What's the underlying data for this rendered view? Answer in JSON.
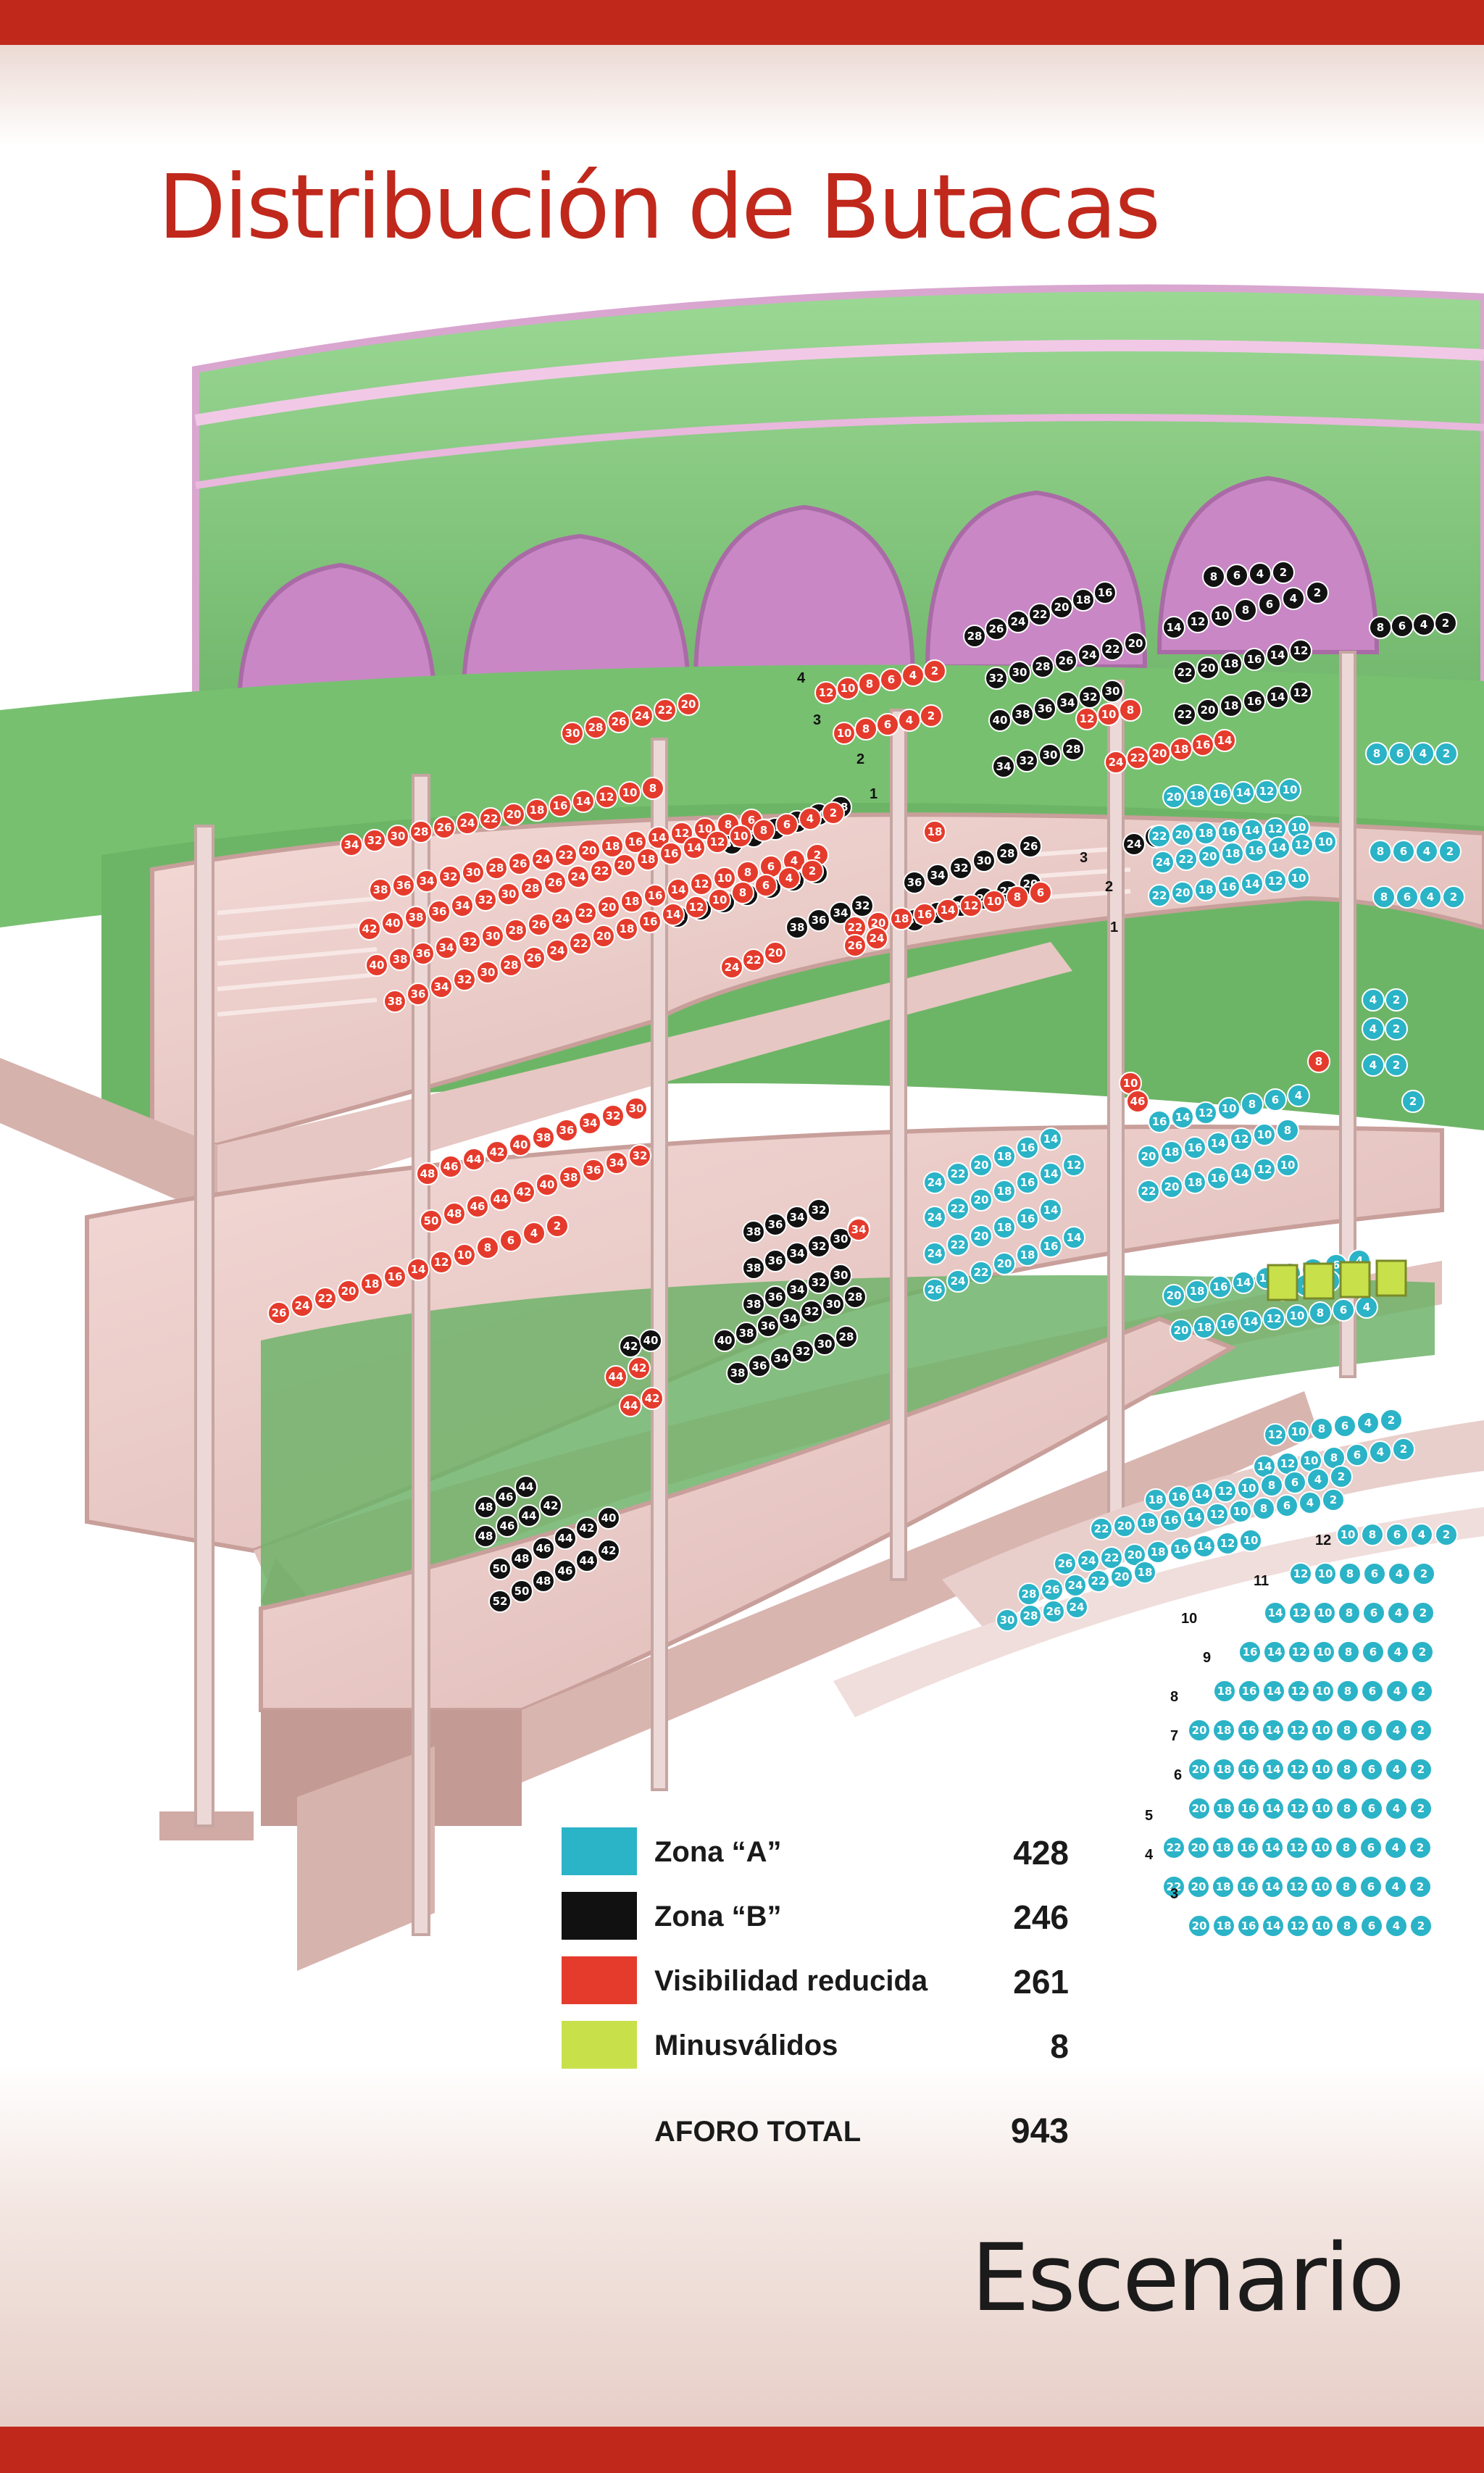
{
  "title": "Distribución de Butacas",
  "stage_label": "Escenario",
  "colors": {
    "brand_red": "#c0281c",
    "zona_a": "#2bb3c7",
    "zona_b": "#111111",
    "visibilidad_reducida": "#e53b2c",
    "minusvalidos": "#c8e04a",
    "balcony_green": "#7fc77a"
  },
  "legend": [
    {
      "label": "Zona “A”",
      "value": "428",
      "color": "#2bb3c7"
    },
    {
      "label": "Zona “B”",
      "value": "246",
      "color": "#111111"
    },
    {
      "label": "Visibilidad reducida",
      "value": "261",
      "color": "#e53b2c"
    },
    {
      "label": "Minusválidos",
      "value": "8",
      "color": "#c8e04a"
    }
  ],
  "total": {
    "label": "AFORO TOTAL",
    "value": "943"
  },
  "seat_groups": [
    {
      "zone": "B",
      "labels": [
        "8",
        "6",
        "4",
        "2"
      ]
    },
    {
      "zone": "B",
      "labels": [
        "28",
        "26",
        "24",
        "22",
        "20",
        "18",
        "16"
      ]
    },
    {
      "zone": "B",
      "labels": [
        "14",
        "12",
        "10",
        "8",
        "6",
        "4",
        "2"
      ]
    },
    {
      "zone": "B",
      "labels": [
        "32",
        "30",
        "28",
        "26",
        "24",
        "22",
        "20"
      ]
    },
    {
      "zone": "B",
      "labels": [
        "22",
        "20",
        "18",
        "16",
        "14",
        "12"
      ]
    },
    {
      "zone": "B",
      "labels": [
        "40",
        "38",
        "36",
        "34",
        "32",
        "30"
      ]
    },
    {
      "zone": "B",
      "labels": [
        "22",
        "20",
        "18",
        "16",
        "14",
        "12"
      ]
    },
    {
      "zone": "B",
      "labels": [
        "8",
        "6",
        "4",
        "2"
      ]
    },
    {
      "zone": "B",
      "labels": [
        "34",
        "32",
        "30",
        "28"
      ]
    },
    {
      "zone": "B",
      "labels": [
        "24",
        "22"
      ]
    },
    {
      "zone": "B",
      "labels": [
        "38",
        "36",
        "34",
        "32",
        "30",
        "28"
      ]
    },
    {
      "zone": "B",
      "labels": [
        "36",
        "34",
        "32",
        "30",
        "28",
        "26"
      ]
    },
    {
      "zone": "B",
      "labels": [
        "52",
        "50",
        "48",
        "46",
        "44",
        "42",
        "40"
      ]
    },
    {
      "zone": "B",
      "labels": [
        "30",
        "28",
        "26",
        "24",
        "22",
        "20"
      ]
    },
    {
      "zone": "B",
      "labels": [
        "38",
        "36",
        "34",
        "32"
      ]
    },
    {
      "zone": "B",
      "labels": [
        "38",
        "36",
        "34",
        "32"
      ]
    },
    {
      "zone": "B",
      "labels": [
        "38",
        "36",
        "34",
        "32",
        "30"
      ]
    },
    {
      "zone": "B",
      "labels": [
        "38",
        "36",
        "34",
        "32",
        "30"
      ]
    },
    {
      "zone": "B",
      "labels": [
        "40",
        "38",
        "36",
        "34",
        "32",
        "30",
        "28"
      ]
    },
    {
      "zone": "B",
      "labels": [
        "38",
        "36",
        "34",
        "32",
        "30",
        "28"
      ]
    },
    {
      "zone": "B",
      "labels": [
        "42",
        "40"
      ]
    },
    {
      "zone": "B",
      "labels": [
        "48",
        "46",
        "44"
      ]
    },
    {
      "zone": "B",
      "labels": [
        "48",
        "46",
        "44",
        "42"
      ]
    },
    {
      "zone": "B",
      "labels": [
        "50",
        "48",
        "46",
        "44",
        "42",
        "40"
      ]
    },
    {
      "zone": "B",
      "labels": [
        "52",
        "50",
        "48",
        "46",
        "44",
        "42"
      ]
    },
    {
      "zone": "A",
      "labels": [
        "20",
        "18",
        "16",
        "14",
        "12",
        "10"
      ]
    },
    {
      "zone": "A",
      "labels": [
        "22",
        "20",
        "18",
        "16",
        "14",
        "12",
        "10"
      ]
    },
    {
      "zone": "A",
      "labels": [
        "24",
        "22",
        "20",
        "18",
        "16",
        "14",
        "12",
        "10"
      ]
    },
    {
      "zone": "A",
      "labels": [
        "22",
        "20",
        "18",
        "16",
        "14",
        "12",
        "10"
      ]
    },
    {
      "zone": "A",
      "labels": [
        "8",
        "6",
        "4",
        "2"
      ]
    },
    {
      "zone": "A",
      "labels": [
        "8",
        "6",
        "4",
        "2"
      ]
    },
    {
      "zone": "A",
      "labels": [
        "8",
        "6",
        "4",
        "2"
      ]
    },
    {
      "zone": "A",
      "labels": [
        "16",
        "14",
        "12",
        "10",
        "8",
        "6",
        "4"
      ]
    },
    {
      "zone": "A",
      "labels": [
        "20",
        "18",
        "16",
        "14",
        "12",
        "10",
        "8"
      ]
    },
    {
      "zone": "A",
      "labels": [
        "22",
        "20",
        "18",
        "16",
        "14",
        "12",
        "10"
      ]
    },
    {
      "zone": "A",
      "labels": [
        "20",
        "18",
        "16",
        "14",
        "12",
        "10",
        "8",
        "6",
        "4"
      ]
    },
    {
      "zone": "A",
      "labels": [
        "20",
        "18",
        "16",
        "14",
        "12",
        "10",
        "8",
        "6",
        "4"
      ]
    },
    {
      "zone": "A",
      "labels": [
        "24",
        "22",
        "20",
        "18",
        "16",
        "14"
      ]
    },
    {
      "zone": "A",
      "labels": [
        "24",
        "22",
        "20",
        "18",
        "16",
        "14",
        "12"
      ]
    },
    {
      "zone": "A",
      "labels": [
        "24",
        "22",
        "20",
        "18",
        "16",
        "14"
      ]
    },
    {
      "zone": "A",
      "labels": [
        "26",
        "24",
        "22",
        "20",
        "18",
        "16",
        "14"
      ]
    },
    {
      "zone": "A",
      "labels": [
        "12",
        "10",
        "8",
        "6",
        "4",
        "2"
      ]
    },
    {
      "zone": "A",
      "labels": [
        "14",
        "12",
        "10",
        "8",
        "6",
        "4",
        "2"
      ]
    },
    {
      "zone": "A",
      "labels": [
        "18",
        "16",
        "14",
        "12",
        "10",
        "8",
        "6",
        "4",
        "2"
      ]
    },
    {
      "zone": "A",
      "labels": [
        "22",
        "20",
        "18",
        "16",
        "14",
        "12",
        "10",
        "8",
        "6",
        "4",
        "2"
      ]
    },
    {
      "zone": "A",
      "labels": [
        "26",
        "24",
        "22",
        "20",
        "18",
        "16",
        "14",
        "12",
        "10"
      ]
    },
    {
      "zone": "A",
      "labels": [
        "28",
        "26",
        "24",
        "22",
        "20",
        "18"
      ]
    },
    {
      "zone": "A",
      "labels": [
        "30",
        "28",
        "26",
        "24"
      ]
    },
    {
      "zone": "A",
      "labels": [
        "2",
        "4",
        "6",
        "8"
      ]
    },
    {
      "zone": "A",
      "labels": [
        "4",
        "2"
      ]
    },
    {
      "zone": "A",
      "labels": [
        "4",
        "2"
      ]
    },
    {
      "zone": "A",
      "labels": [
        "4",
        "2"
      ]
    },
    {
      "zone": "A",
      "labels": [
        "2"
      ]
    },
    {
      "zone": "A",
      "labels": [
        "10",
        "8",
        "6",
        "4",
        "2"
      ]
    },
    {
      "zone": "A",
      "labels": [
        "12",
        "10",
        "8",
        "6",
        "4",
        "2"
      ]
    },
    {
      "zone": "A",
      "labels": [
        "14",
        "12",
        "10",
        "8",
        "6",
        "4",
        "2"
      ]
    },
    {
      "zone": "A",
      "labels": [
        "16",
        "14",
        "12",
        "10",
        "8",
        "6",
        "4",
        "2"
      ]
    },
    {
      "zone": "A",
      "labels": [
        "18",
        "16",
        "14",
        "12",
        "10",
        "8",
        "6",
        "4",
        "2"
      ]
    },
    {
      "zone": "A",
      "labels": [
        "20",
        "18",
        "16",
        "14",
        "12",
        "10",
        "8",
        "6",
        "4",
        "2"
      ]
    },
    {
      "zone": "A",
      "labels": [
        "20",
        "18",
        "16",
        "14",
        "12",
        "10",
        "8",
        "6",
        "4",
        "2"
      ]
    },
    {
      "zone": "A",
      "labels": [
        "20",
        "18",
        "16",
        "14",
        "12",
        "10",
        "8",
        "6",
        "4",
        "2"
      ]
    },
    {
      "zone": "A",
      "labels": [
        "22",
        "20",
        "18",
        "16",
        "14",
        "12",
        "10",
        "8",
        "6",
        "4",
        "2"
      ]
    },
    {
      "zone": "A",
      "labels": [
        "22",
        "20",
        "18",
        "16",
        "14",
        "12",
        "10",
        "8",
        "6",
        "4",
        "2"
      ]
    },
    {
      "zone": "A",
      "labels": [
        "20",
        "18",
        "16",
        "14",
        "12",
        "10",
        "8",
        "6",
        "4",
        "2"
      ]
    },
    {
      "zone": "M",
      "labels": [
        "",
        "",
        "",
        ""
      ]
    },
    {
      "zone": "R",
      "labels": [
        "30",
        "28",
        "26",
        "24",
        "22",
        "20"
      ]
    },
    {
      "zone": "R",
      "labels": [
        "12",
        "10",
        "8",
        "6",
        "4",
        "2"
      ]
    },
    {
      "zone": "R",
      "labels": [
        "10",
        "8",
        "6",
        "4",
        "2"
      ]
    },
    {
      "zone": "R",
      "labels": [
        "12",
        "10",
        "8"
      ]
    },
    {
      "zone": "R",
      "labels": [
        "34",
        "32",
        "30",
        "28",
        "26",
        "24",
        "22",
        "20",
        "18",
        "16",
        "14",
        "12",
        "10",
        "8"
      ]
    },
    {
      "zone": "R",
      "labels": [
        "24",
        "22",
        "20",
        "18",
        "16",
        "14"
      ]
    },
    {
      "zone": "R",
      "labels": [
        "38",
        "36",
        "34",
        "32",
        "30",
        "28",
        "26",
        "24",
        "22",
        "20",
        "18",
        "16",
        "14",
        "12",
        "10",
        "8",
        "6"
      ]
    },
    {
      "zone": "R",
      "labels": [
        "42",
        "40",
        "38",
        "36",
        "34",
        "32",
        "30",
        "28",
        "26",
        "24",
        "22",
        "20",
        "18",
        "16",
        "14",
        "12",
        "10",
        "8",
        "6",
        "4",
        "2"
      ]
    },
    {
      "zone": "R",
      "labels": [
        "40",
        "38",
        "36",
        "34",
        "32",
        "30",
        "28",
        "26",
        "24",
        "22",
        "20",
        "18",
        "16",
        "14",
        "12",
        "10",
        "8",
        "6",
        "4",
        "2"
      ]
    },
    {
      "zone": "R",
      "labels": [
        "38",
        "36",
        "34",
        "32",
        "30",
        "28",
        "26",
        "24",
        "22",
        "20",
        "18",
        "16",
        "14",
        "12",
        "10",
        "8",
        "6",
        "4",
        "2"
      ]
    },
    {
      "zone": "R",
      "labels": [
        "22",
        "20",
        "18",
        "16",
        "14",
        "12",
        "10",
        "8",
        "6"
      ]
    },
    {
      "zone": "R",
      "labels": [
        "18"
      ]
    },
    {
      "zone": "R",
      "labels": [
        "26",
        "24"
      ]
    },
    {
      "zone": "R",
      "labels": [
        "24",
        "22",
        "20"
      ]
    },
    {
      "zone": "R",
      "labels": [
        "10"
      ]
    },
    {
      "zone": "R",
      "labels": [
        "8"
      ]
    },
    {
      "zone": "R",
      "labels": [
        "46"
      ]
    },
    {
      "zone": "R",
      "labels": [
        "28"
      ]
    },
    {
      "zone": "R",
      "labels": [
        "48",
        "46",
        "44",
        "42",
        "40",
        "38",
        "36",
        "34",
        "32",
        "30"
      ]
    },
    {
      "zone": "R",
      "labels": [
        "50",
        "48",
        "46",
        "44",
        "42",
        "40",
        "38",
        "36",
        "34",
        "32"
      ]
    },
    {
      "zone": "R",
      "labels": [
        "26",
        "24",
        "22",
        "20",
        "18",
        "16",
        "14",
        "12",
        "10",
        "8",
        "6",
        "4",
        "2"
      ]
    },
    {
      "zone": "R",
      "labels": [
        "34"
      ]
    },
    {
      "zone": "R",
      "labels": [
        "44",
        "42"
      ]
    },
    {
      "zone": "R",
      "labels": [
        "44",
        "42"
      ]
    }
  ],
  "row_numbers": {
    "upper_left": [
      "4",
      "3",
      "2",
      "1"
    ],
    "upper_right": [
      "3",
      "2",
      "1"
    ],
    "stalls": [
      "12",
      "11",
      "10",
      "9",
      "8",
      "7",
      "6",
      "5",
      "4",
      "3"
    ]
  }
}
